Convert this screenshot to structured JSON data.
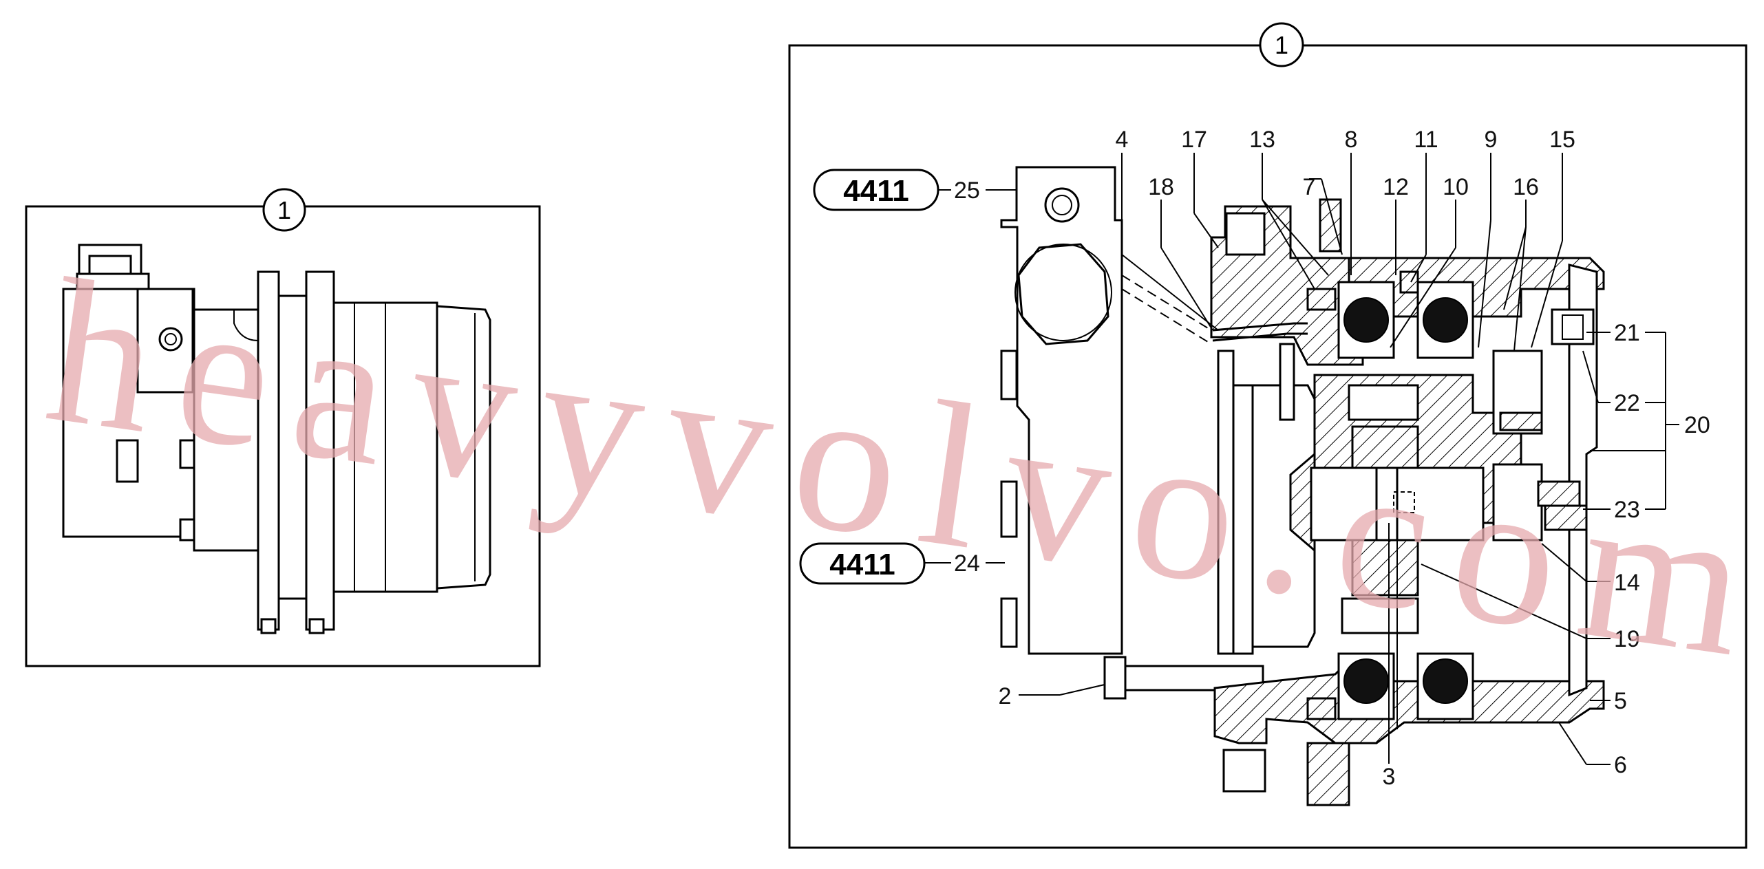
{
  "watermark": "heavyvolvo.com",
  "overview": {
    "callout": "1"
  },
  "detail": {
    "callout": "1"
  },
  "references": [
    {
      "text": "4411",
      "leader": "25"
    },
    {
      "text": "4411",
      "leader": "24"
    }
  ],
  "labels": {
    "l1": "1",
    "l2": "2",
    "l3": "3",
    "l4": "4",
    "l5": "5",
    "l6": "6",
    "l7": "7",
    "l8": "8",
    "l9": "9",
    "l10": "10",
    "l11": "11",
    "l12": "12",
    "l13": "13",
    "l14": "14",
    "l15": "15",
    "l16": "16",
    "l17": "17",
    "l18": "18",
    "l19": "19",
    "l20": "20",
    "l21": "21",
    "l22": "22",
    "l23": "23",
    "l24": "24",
    "l25": "25"
  }
}
